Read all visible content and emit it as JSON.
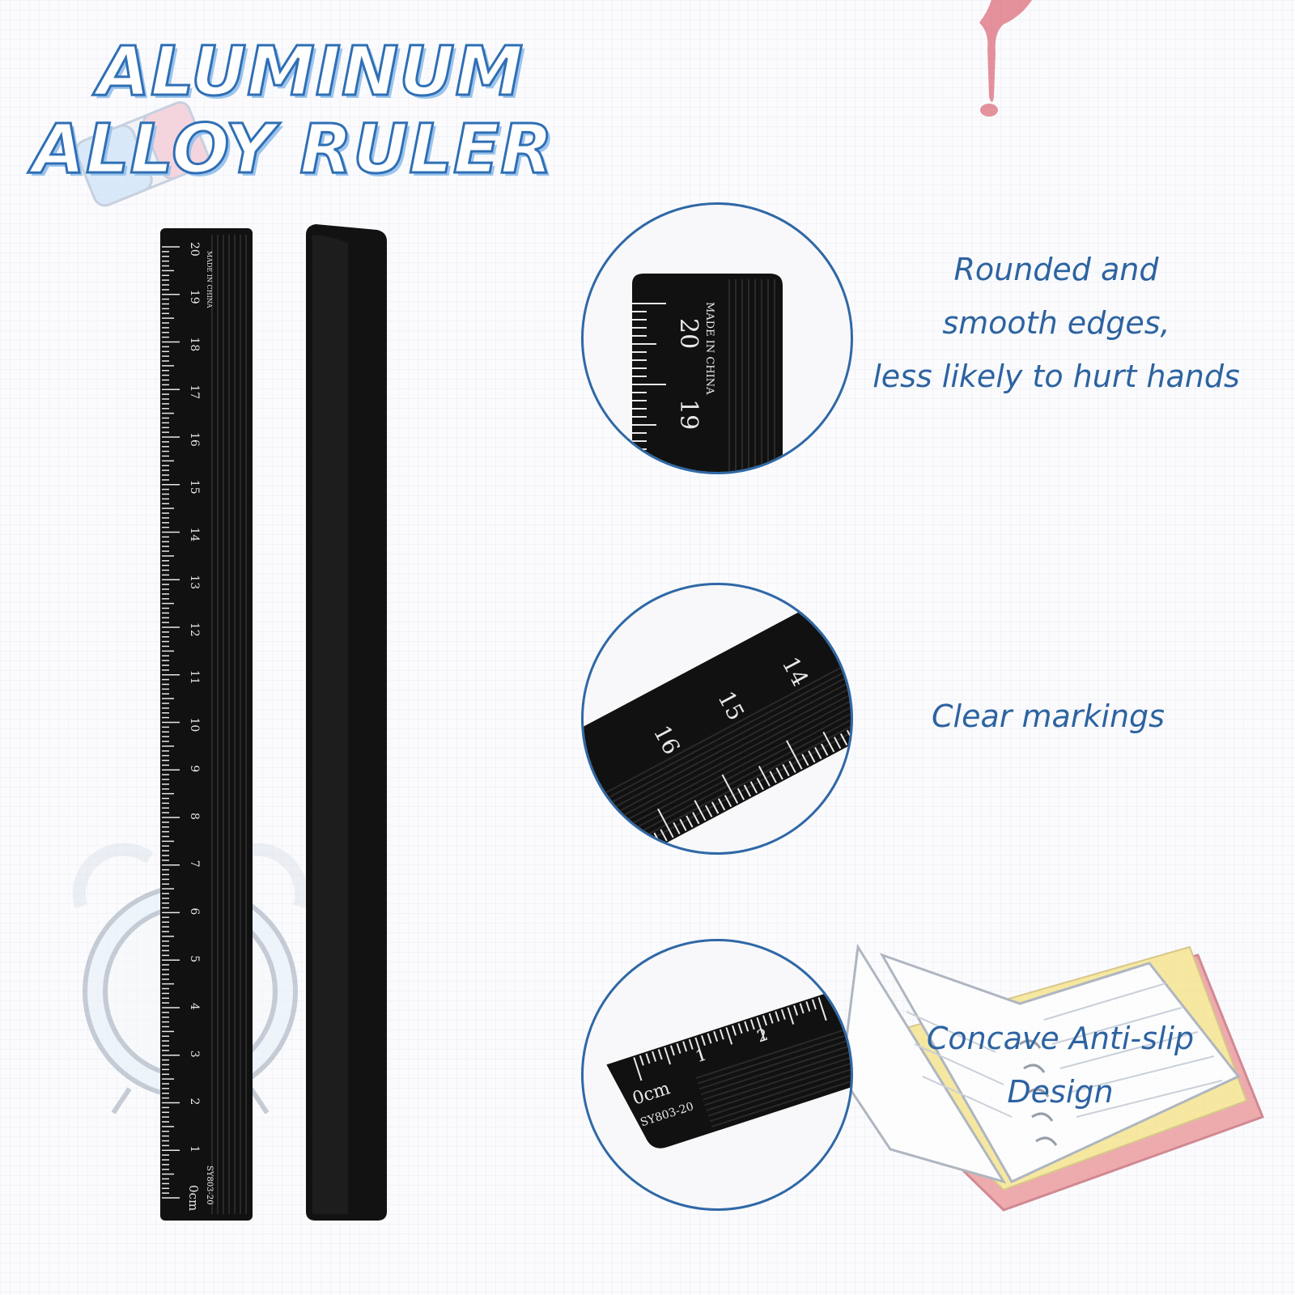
{
  "title": {
    "line1": "ALUMINUM",
    "line2": "ALLOY RULER"
  },
  "ruler": {
    "numbers": [
      "1",
      "2",
      "3",
      "4",
      "5",
      "6",
      "7",
      "8",
      "9",
      "10",
      "11",
      "12",
      "13",
      "14",
      "15",
      "16",
      "17",
      "18",
      "19",
      "20"
    ],
    "zero_label": "0cm",
    "model": "SY803-20",
    "origin_text": "MADE IN CHINA"
  },
  "features": [
    {
      "lines": [
        "Rounded and",
        "smooth edges,",
        "less likely to hurt hands"
      ]
    },
    {
      "lines": [
        "Clear markings"
      ]
    },
    {
      "lines": [
        "Concave Anti-slip",
        "Design"
      ]
    }
  ],
  "colors": {
    "accent": "#2f68a6",
    "title_outline": "#2f6fb5",
    "ruler": "#111111",
    "ruler_marks": "#e8e8e8"
  },
  "decor_icons": [
    "eraser-icon",
    "alarm-clock-icon",
    "open-notebook-icon",
    "paint-drip-icon"
  ]
}
